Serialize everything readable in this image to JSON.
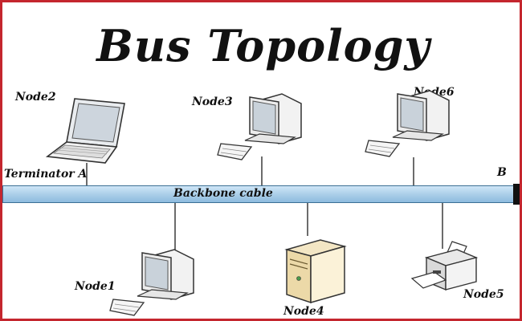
{
  "title": "Bus Topology",
  "nodes": {
    "node1": "Node1",
    "node2": "Node2",
    "node3": "Node3",
    "node4": "Node4",
    "node5": "Node5",
    "node6": "Node6"
  },
  "backbone": {
    "label": "Backbone cable",
    "terminator_a": "Terminator A",
    "terminator_b": "B"
  },
  "colors": {
    "frame": "#c4262e",
    "backbone": "#a8cde8",
    "backbone_edge": "#3b6f95",
    "terminator": "#111111"
  },
  "icons": {
    "node1": "desktop-computer-icon",
    "node2": "laptop-icon",
    "node3": "desktop-computer-icon",
    "node4": "server-tower-icon",
    "node5": "printer-icon",
    "node6": "desktop-computer-icon"
  }
}
